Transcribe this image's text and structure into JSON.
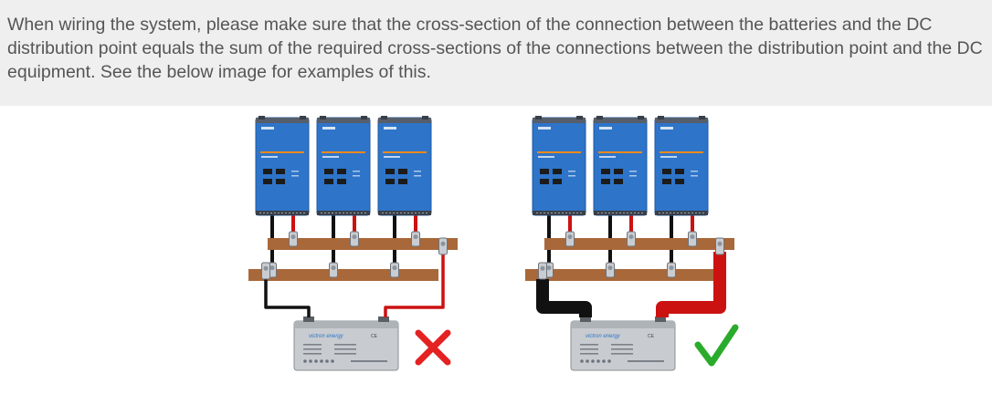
{
  "note": {
    "text": "When wiring the system, please make sure that the cross-section of the connection between the batteries and the DC distribution point equals the sum of the required cross-sections of the connections between the distribution point and the DC equipment. See the below image for examples of this."
  },
  "figure": {
    "left": {
      "result": "incorrect",
      "result_icon": "red-cross-icon",
      "battery_brand": "victron energy",
      "battery_mark": "CE"
    },
    "right": {
      "result": "correct",
      "result_icon": "green-check-icon",
      "battery_brand": "victron energy",
      "battery_mark": "CE"
    },
    "colors": {
      "inverter": "#2e74c9",
      "busbar": "#a8683a",
      "cable_positive": "#cc1111",
      "cable_negative": "#111111",
      "battery": "#c8ccd0",
      "cross": "#e52222",
      "check": "#2bab2b"
    }
  }
}
